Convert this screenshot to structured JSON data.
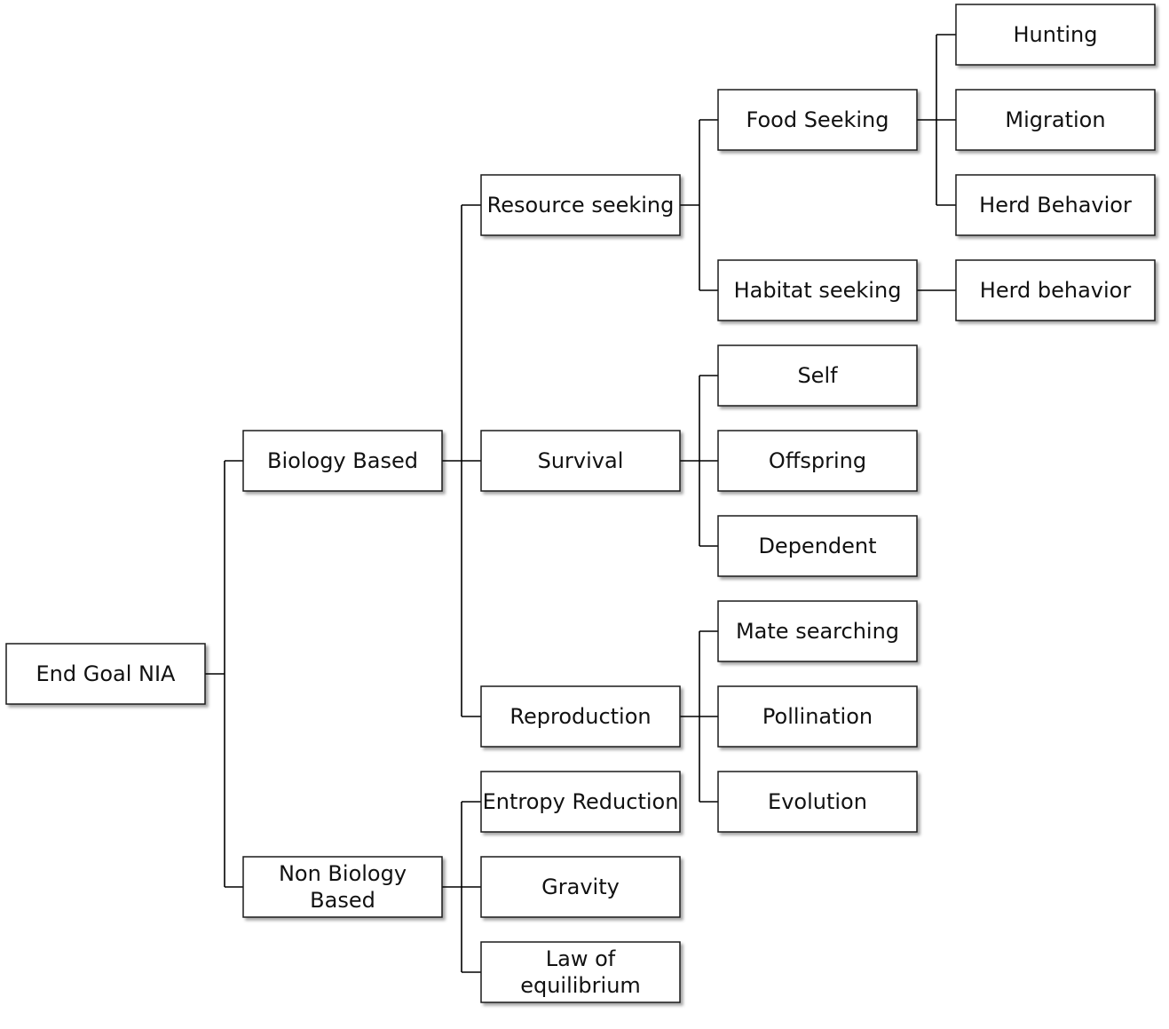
{
  "nodes": {
    "end_goal": "End Goal NIA",
    "biology": "Biology Based",
    "non_biology": [
      "Non Biology",
      "Based"
    ],
    "resource": "Resource seeking",
    "survival": "Survival",
    "reproduction": "Reproduction",
    "entropy": "Entropy Reduction",
    "gravity": "Gravity",
    "equilibrium": [
      "Law of",
      "equilibrium"
    ],
    "food": "Food Seeking",
    "habitat": "Habitat seeking",
    "self": "Self",
    "offspring": "Offspring",
    "dependent": "Dependent",
    "mate": "Mate searching",
    "pollination": "Pollination",
    "evolution": "Evolution",
    "hunting": "Hunting",
    "migration": "Migration",
    "herd_upper": "Herd Behavior",
    "herd_lower": "Herd behavior"
  }
}
